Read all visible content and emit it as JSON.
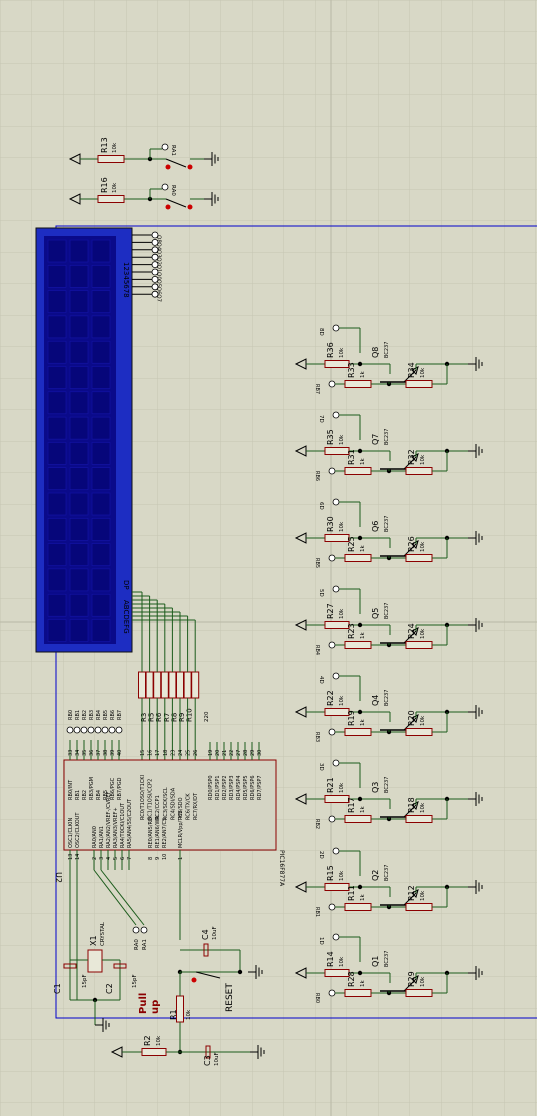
{
  "lcd": {
    "pins": [
      "Q8",
      "Q4",
      "Q3",
      "Q2",
      "Q1",
      "Q0",
      "Q5",
      "Q6",
      "Q7"
    ],
    "digits": "12345678",
    "side_label": "DP"
  },
  "switches_top": [
    {
      "resistor": "R13",
      "value": "10k",
      "net": "RA1"
    },
    {
      "resistor": "R16",
      "value": "10k",
      "net": "RA0"
    }
  ],
  "pic": {
    "ref": "U2",
    "part": "PIC16F877A",
    "top_nets": [
      "RB0",
      "RB1",
      "RB2",
      "RB3",
      "RB4",
      "RB5",
      "RB6",
      "RB7"
    ],
    "top_pins": [
      "33",
      "34",
      "35",
      "36",
      "37",
      "38",
      "39",
      "40"
    ],
    "portb_labels": [
      "RB0/INT",
      "RB1",
      "RB2",
      "RB3/PGM",
      "RB4",
      "RB5",
      "RB6/PGC",
      "RB7/PGD"
    ],
    "portc_pins": [
      "15",
      "16",
      "17",
      "18",
      "23",
      "24",
      "25",
      "26"
    ],
    "portc_labels": [
      "RC0/T1OSO/T1CKI",
      "RC1/T1OSI/CCP2",
      "RC2/CCP1",
      "RC3/SCK/SCL",
      "RC4/SDI/SDA",
      "RC5/SDO",
      "RC6/TX/CK",
      "RC7/RX/DT"
    ],
    "portd_pins": [
      "19",
      "20",
      "21",
      "22",
      "27",
      "28",
      "29",
      "30"
    ],
    "portd_labels": [
      "RD0/PSP0",
      "RD1/PSP1",
      "RD2/PSP2",
      "RD3/PSP3",
      "RD4/PSP4",
      "RD5/PSP5",
      "RD6/PSP6",
      "RD7/PSP7"
    ],
    "osc_labels": [
      "OSC1/CLKIN",
      "OSC2/CLKOUT"
    ],
    "osc_pins": [
      "13",
      "14"
    ],
    "porta_labels": [
      "RA0/AN0",
      "RA1/AN1",
      "RA2/AN2/VREF-/CVREF",
      "RA3/AN3/VREF+",
      "RA4/T0CKI/C1OUT",
      "RA5/AN4/SS/C2OUT"
    ],
    "porta_pins": [
      "2",
      "3",
      "4",
      "5",
      "6",
      "7"
    ],
    "porte_labels": [
      "RE0/AN5/RD",
      "RE1/AN6/WR",
      "RE2/AN7/CS"
    ],
    "porte_pins": [
      "8",
      "9",
      "10"
    ],
    "mclr_label": "MCLR/Vpp/THV",
    "mclr_pin": "1",
    "ra_nets": [
      "RA0",
      "RA1"
    ]
  },
  "resistor_pack": {
    "refs": [
      "R3",
      "R5",
      "R6",
      "R7",
      "R8",
      "R9",
      "R10"
    ],
    "value": "220"
  },
  "crystal": {
    "ref": "X1",
    "label": "CRYSTAL"
  },
  "caps": [
    {
      "ref": "C1",
      "value": "15pF"
    },
    {
      "ref": "C2",
      "value": "15pF"
    },
    {
      "ref": "C4",
      "value": "10uF"
    },
    {
      "ref": "C3",
      "value": "10uF"
    }
  ],
  "pullup": {
    "text_line1": "Pull",
    "text_line2": "up",
    "ref": "R1",
    "value": "10k"
  },
  "r2": {
    "ref": "R2",
    "value": "10k"
  },
  "reset": {
    "label": "RESET"
  },
  "drivers": [
    {
      "digit": "8D",
      "rb": "RB7",
      "q": "Q8",
      "rb_top": "R36",
      "rbase": "R33",
      "rpull": "R34",
      "vtop": "10k",
      "vbase": "1k",
      "vpull": "10k",
      "qtype": "BC237"
    },
    {
      "digit": "7D",
      "rb": "RB6",
      "q": "Q7",
      "rb_top": "R35",
      "rbase": "R31",
      "rpull": "R32",
      "vtop": "10k",
      "vbase": "1k",
      "vpull": "10k",
      "qtype": "BC237"
    },
    {
      "digit": "6D",
      "rb": "RB5",
      "q": "Q6",
      "rb_top": "R30",
      "rbase": "R25",
      "rpull": "R26",
      "vtop": "10k",
      "vbase": "1k",
      "vpull": "10k",
      "qtype": "BC237"
    },
    {
      "digit": "5D",
      "rb": "RB4",
      "q": "Q5",
      "rb_top": "R27",
      "rbase": "R23",
      "rpull": "R24",
      "vtop": "10k",
      "vbase": "1k",
      "vpull": "10k",
      "qtype": "BC237"
    },
    {
      "digit": "4D",
      "rb": "RB3",
      "q": "Q4",
      "rb_top": "R22",
      "rbase": "R19",
      "rpull": "R20",
      "vtop": "10k",
      "vbase": "1k",
      "vpull": "10k",
      "qtype": "BC237"
    },
    {
      "digit": "3D",
      "rb": "RB2",
      "q": "Q3",
      "rb_top": "R21",
      "rbase": "R17",
      "rpull": "R18",
      "vtop": "10k",
      "vbase": "1k",
      "vpull": "10k",
      "qtype": "BC237"
    },
    {
      "digit": "2D",
      "rb": "RB1",
      "q": "Q2",
      "rb_top": "R15",
      "rbase": "R11",
      "rpull": "R12",
      "vtop": "10k",
      "vbase": "1k",
      "vpull": "10k",
      "qtype": "BC237"
    },
    {
      "digit": "1D",
      "rb": "RB0",
      "q": "Q1",
      "rb_top": "R14",
      "rbase": "R28",
      "rpull": "R29",
      "vtop": "10k",
      "vbase": "1k",
      "vpull": "10k",
      "qtype": "BC237"
    }
  ],
  "colors": {
    "background": "#d8d8c6",
    "grid": "#c8c8b6",
    "wire": "#1c5c1c",
    "component": "#8b0000",
    "chip_fill": "#d4d4c4",
    "lcd_body": "#0a0a8a",
    "lcd_frame": "#1d2dc2",
    "border": "#0000cc",
    "pin_node": "#8b0000"
  }
}
